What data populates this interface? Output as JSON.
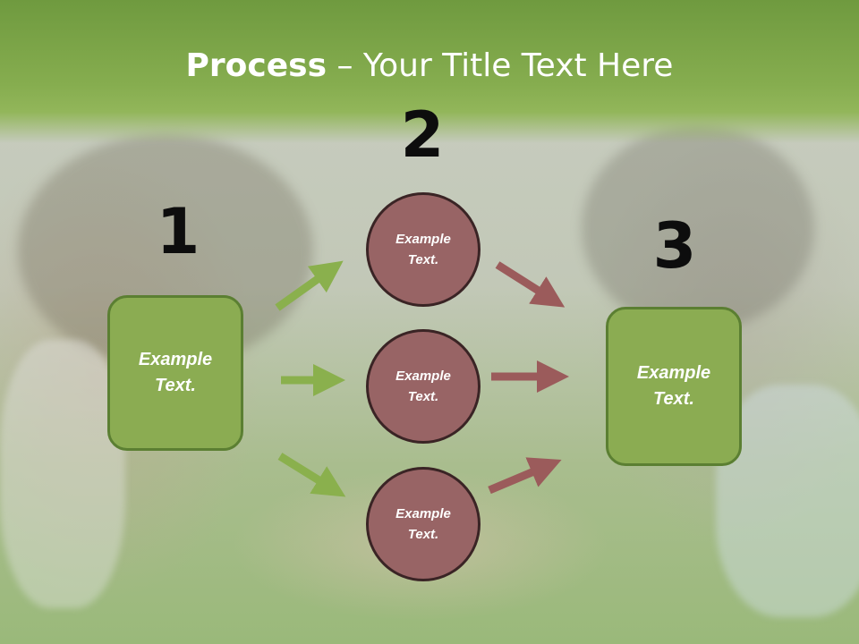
{
  "slide": {
    "title_bold": "Process",
    "title_rest": " – Your Title Text Here"
  },
  "steps": {
    "step1": {
      "number": "1",
      "text_line1": "Example",
      "text_line2": "Text."
    },
    "step2": {
      "number": "2"
    },
    "step3": {
      "number": "3",
      "text_line1": "Example",
      "text_line2": "Text."
    }
  },
  "circles": [
    {
      "line1": "Example",
      "line2": "Text."
    },
    {
      "line1": "Example",
      "line2": "Text."
    },
    {
      "line1": "Example",
      "line2": "Text."
    }
  ],
  "colors": {
    "header_green": "#7aa548",
    "box_green": "#8bac52",
    "box_border": "#5b7f32",
    "circle_fill": "#986465",
    "circle_border": "#3a2425",
    "arrow_green": "#8ab04d",
    "arrow_red": "#9b5b5b"
  }
}
